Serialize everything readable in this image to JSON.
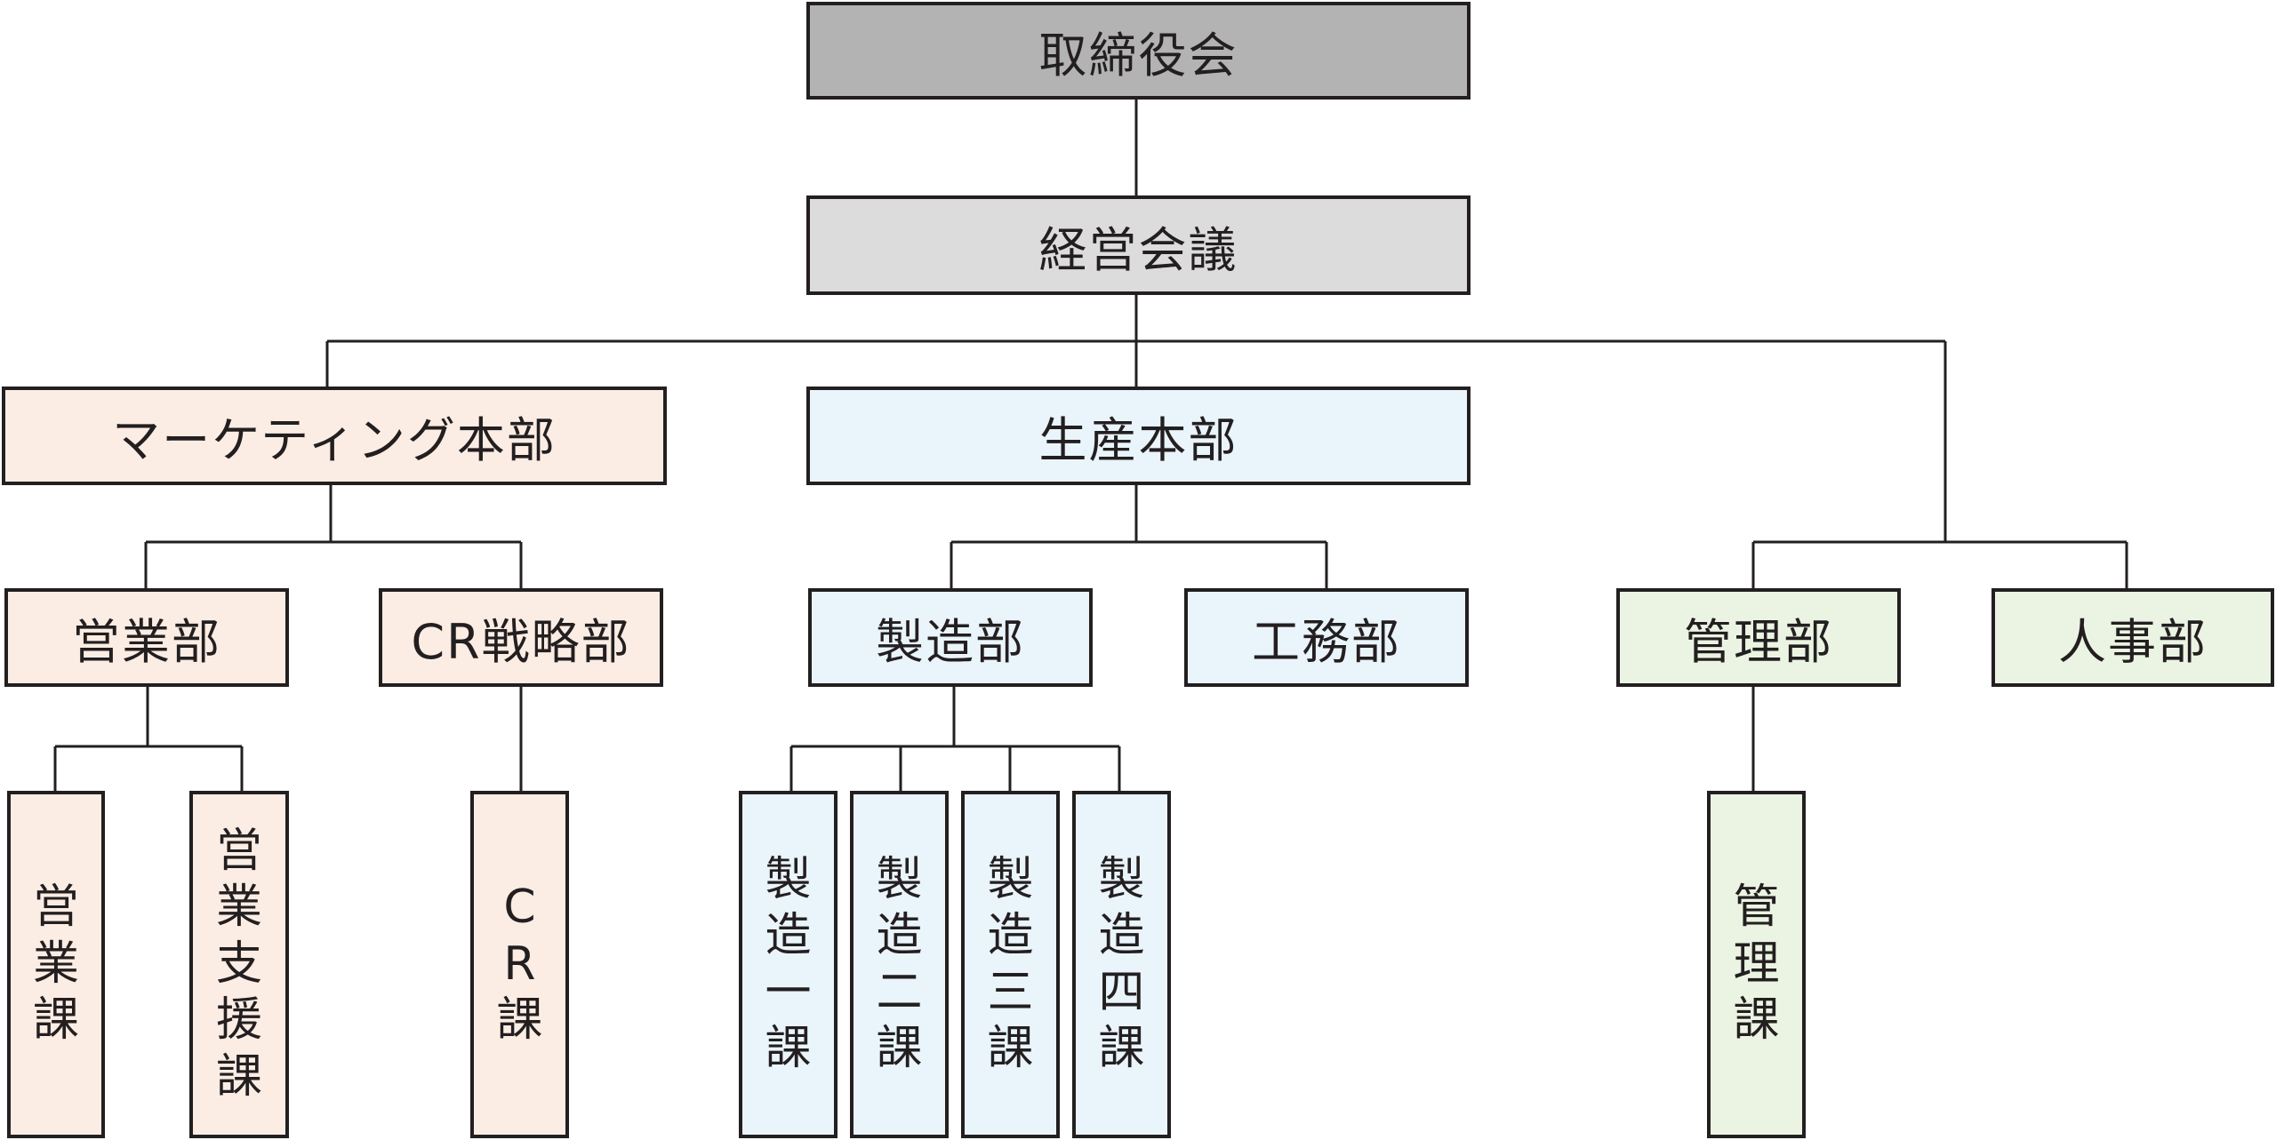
{
  "colors": {
    "board": "#b3b3b3",
    "meeting": "#dcdcdc",
    "marketing": "#fcede4",
    "production": "#eaf4fb",
    "admin": "#ebf4e2",
    "line": "#231f20"
  },
  "nodes": {
    "board": "取締役会",
    "management_meeting": "経営会議",
    "marketing_hq": "マーケティング本部",
    "production_hq": "生産本部",
    "sales_dept": "営業部",
    "cr_strategy_dept": "CR戦略部",
    "manufacturing_dept": "製造部",
    "engineering_dept": "工務部",
    "administration_dept": "管理部",
    "hr_dept": "人事部",
    "sales_section": "営業課",
    "sales_support_section": "営業支援課",
    "cr_section": "CR課",
    "mfg_section_1": "製造一課",
    "mfg_section_2": "製造二課",
    "mfg_section_3": "製造三課",
    "mfg_section_4": "製造四課",
    "admin_section": "管理課"
  }
}
